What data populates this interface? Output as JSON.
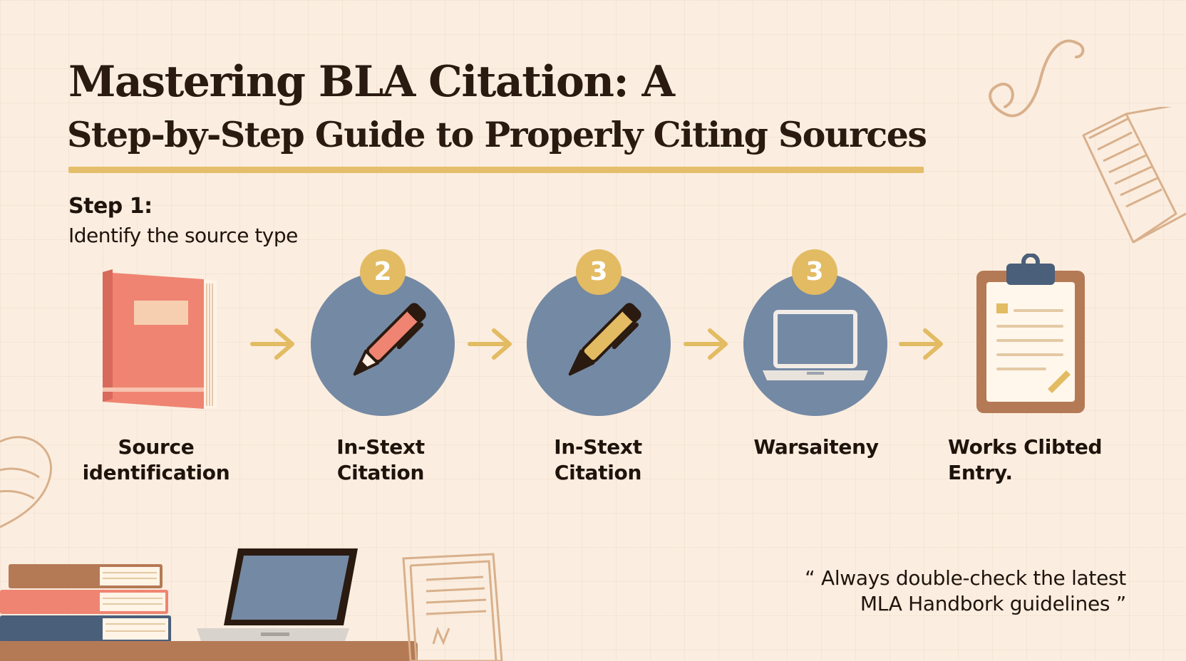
{
  "header": {
    "title_line1": "Mastering BLA Citation: A",
    "title_line2": "Step-by-Step Guide to Properly Citing Sources"
  },
  "step": {
    "title": "Step 1:",
    "subtitle": "Identify the source type"
  },
  "process": [
    {
      "label_line1": "Source",
      "label_line2": "identification",
      "icon": "book-icon",
      "badge": ""
    },
    {
      "label_line1": "In-Stext",
      "label_line2": "Citation",
      "icon": "pen-icon",
      "badge": "2"
    },
    {
      "label_line1": "In-Stext",
      "label_line2": "Citation",
      "icon": "pen-icon",
      "badge": "3"
    },
    {
      "label_line1": "Warsaiteny",
      "label_line2": "",
      "icon": "laptop-icon",
      "badge": "3"
    },
    {
      "label_line1": "Works Clibted",
      "label_line2": "Entry.",
      "icon": "clipboard-icon",
      "badge": ""
    }
  ],
  "quote": {
    "open_mark": "“",
    "line1": "Always double-check the latest",
    "line2": "MLA Handbork guidelines",
    "close_mark": "”"
  },
  "colors": {
    "background": "#fbeee0",
    "accent": "#e3bb63",
    "circle": "#7489a4",
    "book": "#ef8472",
    "ink": "#2a1a0f"
  }
}
